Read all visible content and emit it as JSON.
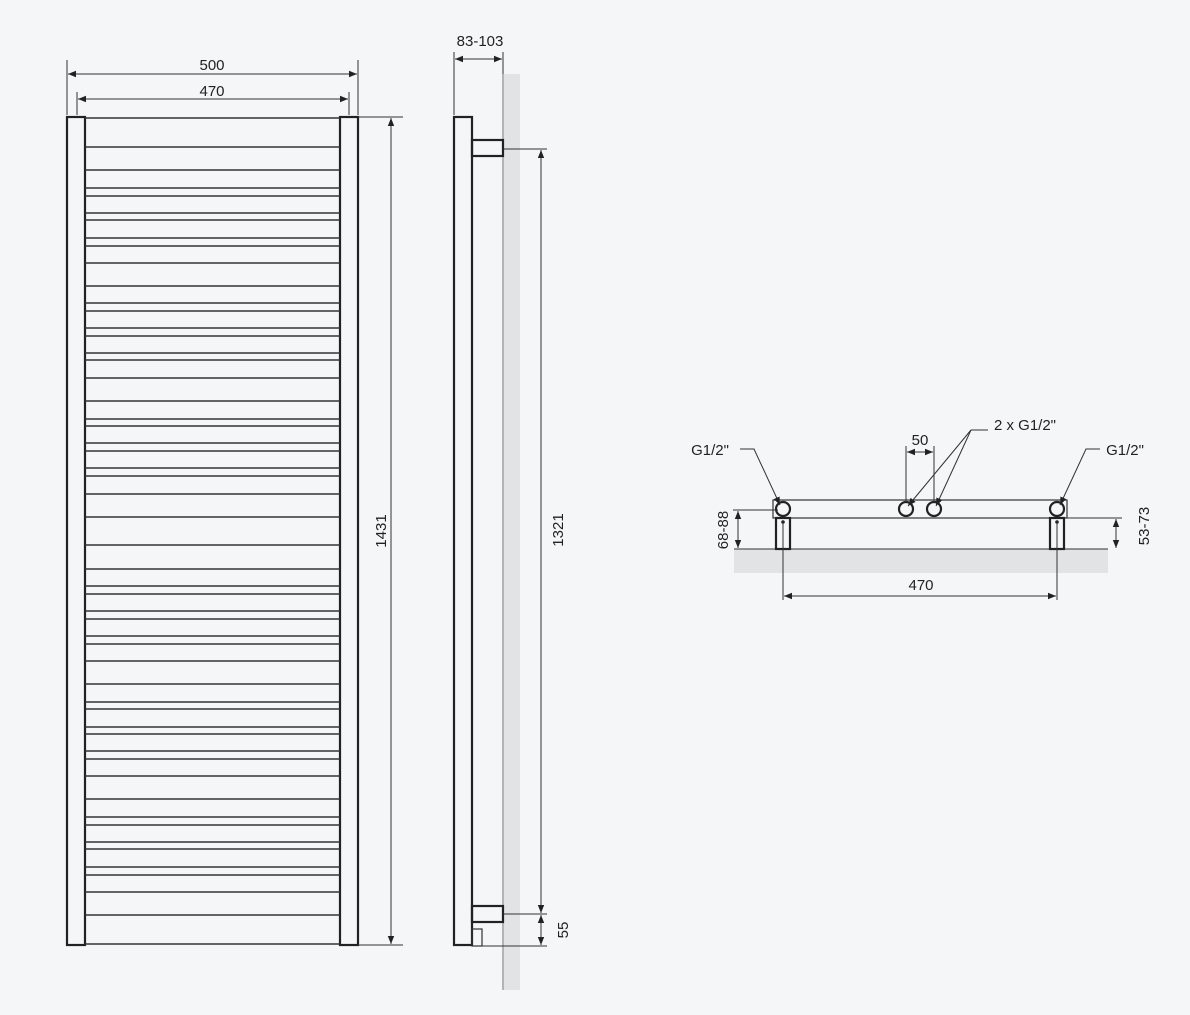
{
  "front_view": {
    "overall_width": "500",
    "rail_spacing": "470",
    "overall_height": "1431"
  },
  "side_view": {
    "wall_distance": "83-103",
    "connection_spacing": "1321",
    "bottom_offset": "55"
  },
  "bottom_view": {
    "left_connection": "G1/2\"",
    "right_connection": "G1/2\"",
    "middle_connections": "2 x G1/2\"",
    "middle_spacing": "50",
    "left_height": "68-88",
    "right_height": "53-73",
    "connection_width": "470"
  },
  "colors": {
    "line": "#333333",
    "wall": "#e2e3e5",
    "background": "#f5f6f8"
  }
}
